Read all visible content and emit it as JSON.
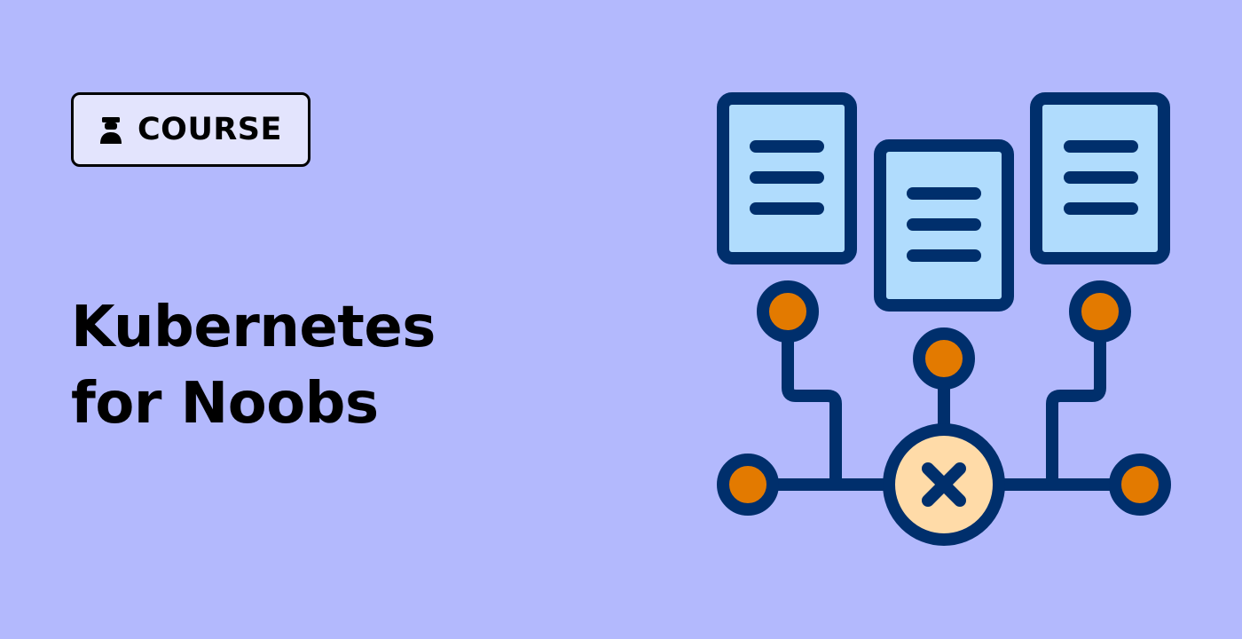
{
  "badge": {
    "label": "COURSE",
    "icon": "learner-icon"
  },
  "title": {
    "line1": "Kubernetes",
    "line2": "for Noobs"
  },
  "illustration": {
    "icon": "cluster-network-icon"
  },
  "colors": {
    "background": "#b3b9fd",
    "badge_background": "#e3e4fd",
    "navy": "#002f6c",
    "document_fill": "#b0dcfd",
    "node_orange": "#e37a00",
    "hub_fill": "#ffdba8"
  }
}
